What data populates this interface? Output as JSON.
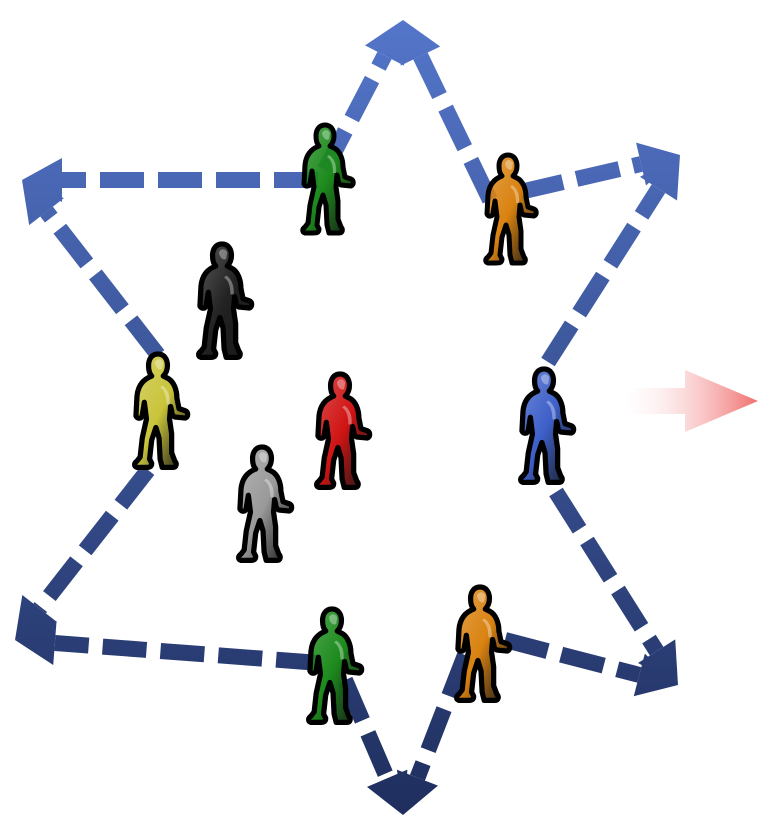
{
  "diagram": {
    "kind": "six-pointed star formation of runners",
    "arrow_style": "dashed",
    "arrow_gradient": {
      "top": "#5577cc",
      "bottom": "#1e2d5c"
    },
    "direction_arrow_color": "#f06a6a",
    "runners": [
      {
        "id": "top-left-green",
        "color": "#1c8a1c"
      },
      {
        "id": "top-right-orange",
        "color": "#d98210"
      },
      {
        "id": "upper-left-black",
        "color": "#222222"
      },
      {
        "id": "left-yellow",
        "color": "#c9c43a"
      },
      {
        "id": "center-red",
        "color": "#d01414"
      },
      {
        "id": "right-blue",
        "color": "#3d5fc8"
      },
      {
        "id": "center-gray",
        "color": "#9a9a9a"
      },
      {
        "id": "bottom-left-green",
        "color": "#1c8a1c"
      },
      {
        "id": "bottom-right-orange",
        "color": "#d98210"
      }
    ]
  }
}
